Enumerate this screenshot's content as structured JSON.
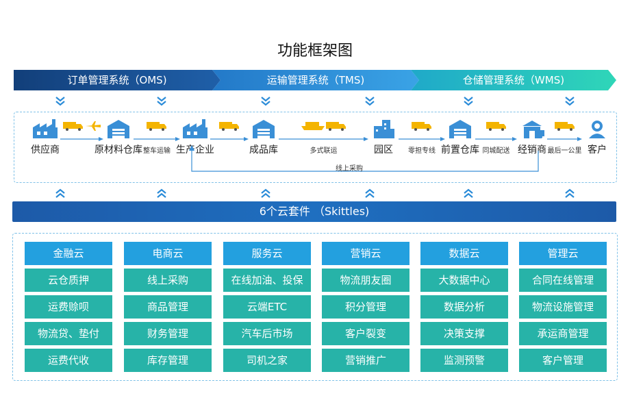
{
  "title": "功能框架图",
  "banners": [
    {
      "label": "订单管理系统（OMS)",
      "color": "#1b4f8e"
    },
    {
      "label": "运输管理系统（TMS)",
      "color": "#2a8bd8"
    },
    {
      "label": "仓储管理系统（WMS)",
      "color": "#27c4b4"
    }
  ],
  "flow": {
    "nodes": [
      {
        "label": "供应商",
        "icon": "factory-icon"
      },
      {
        "label": "原材料仓库",
        "icon": "warehouse-icon"
      },
      {
        "label": "生产企业",
        "icon": "factory-icon"
      },
      {
        "label": "成品库",
        "icon": "warehouse-icon"
      },
      {
        "label": "园区",
        "icon": "building-icon"
      },
      {
        "label": "前置仓库",
        "icon": "warehouse-icon"
      },
      {
        "label": "经销商",
        "icon": "store-icon"
      },
      {
        "label": "客户",
        "icon": "customer-icon"
      }
    ],
    "links": [
      {
        "label": "",
        "icons": [
          "truck-icon",
          "plane-icon"
        ]
      },
      {
        "label": "整车运输",
        "icons": [
          "truck-icon"
        ]
      },
      {
        "label": "",
        "icons": [
          "truck-icon"
        ]
      },
      {
        "label": "多式联运",
        "icons": [
          "ship-icon",
          "truck-icon"
        ]
      },
      {
        "label": "零担专线",
        "icons": [
          "truck-icon"
        ]
      },
      {
        "label": "同城配送",
        "icons": [
          "truck-icon"
        ]
      },
      {
        "label": "最后一公里",
        "icons": [
          "truck-icon"
        ]
      }
    ],
    "back_label": "线上采购"
  },
  "skittles": "6个云套件 （Skittles)",
  "clouds": [
    {
      "name": "金融云",
      "items": [
        "云仓质押",
        "运费赊呗",
        "物流贷、垫付",
        "运费代收"
      ]
    },
    {
      "name": "电商云",
      "items": [
        "线上采购",
        "商品管理",
        "财务管理",
        "库存管理"
      ]
    },
    {
      "name": "服务云",
      "items": [
        "在线加油、投保",
        "云端ETC",
        "汽车后市场",
        "司机之家"
      ]
    },
    {
      "name": "营销云",
      "items": [
        "物流朋友圈",
        "积分管理",
        "客户裂变",
        "营销推广"
      ]
    },
    {
      "name": "数据云",
      "items": [
        "大数据中心",
        "数据分析",
        "决策支撑",
        "监测预警"
      ]
    },
    {
      "name": "管理云",
      "items": [
        "合同在线管理",
        "物流设施管理",
        "承运商管理",
        "客户管理"
      ]
    }
  ],
  "colors": {
    "header_cell": "#23a0df",
    "item_cell": "#27b3a8",
    "bar": "#1d5aa8",
    "icon": "#3a8fd6",
    "truck": "#f4b400"
  }
}
